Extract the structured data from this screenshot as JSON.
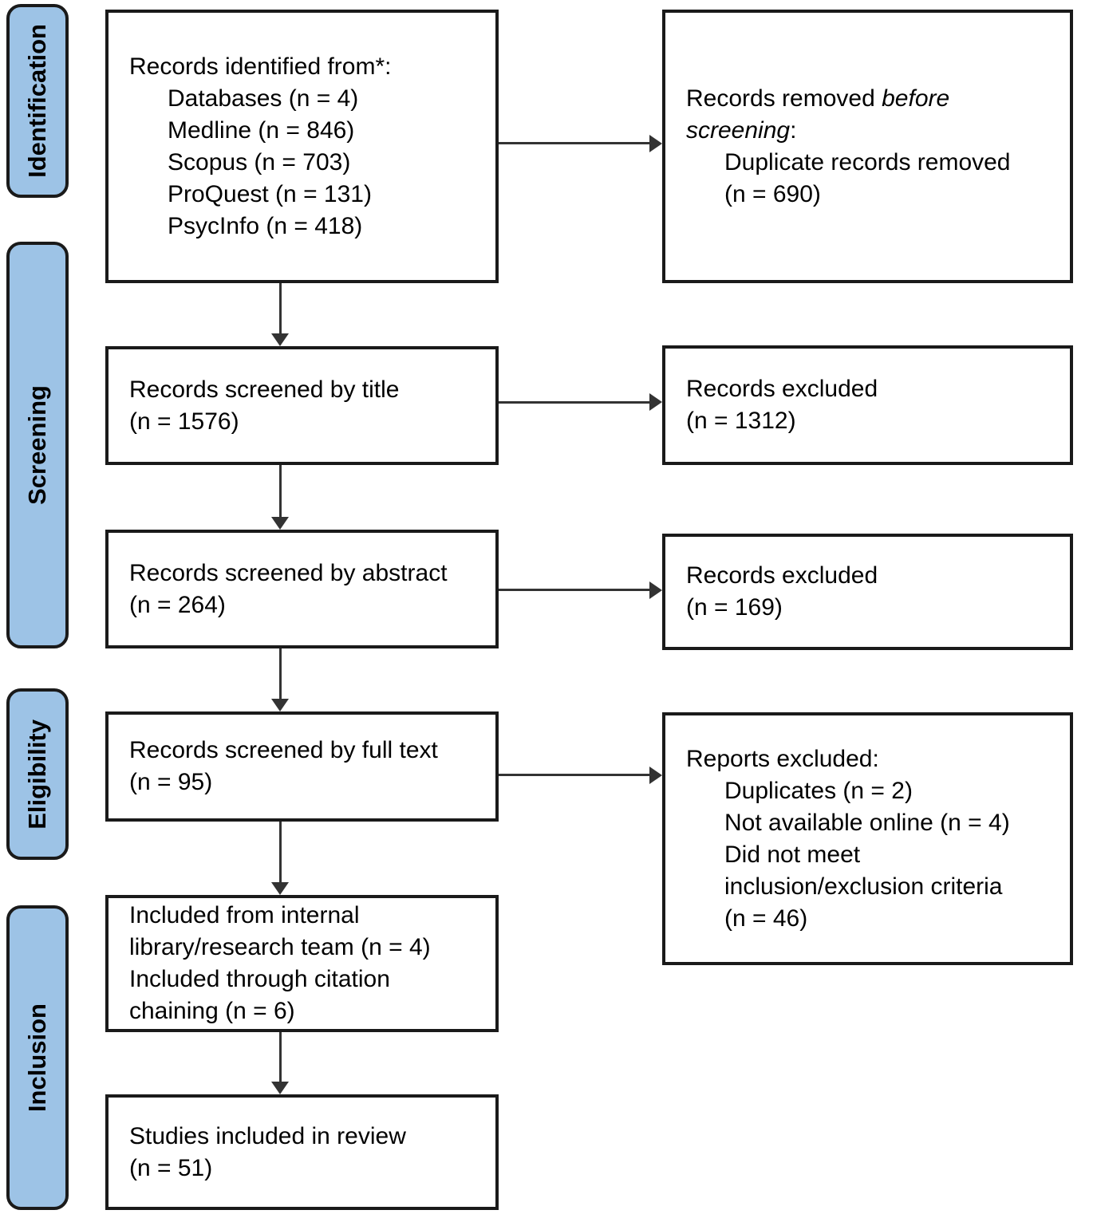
{
  "colors": {
    "stage_fill": "#9DC3E6",
    "box_border": "#1a1a1a",
    "arrow": "#333333",
    "text": "#000000"
  },
  "sidebar": {
    "stages": [
      "Identification",
      "Screening",
      "Eligibility",
      "Inclusion"
    ]
  },
  "boxes": {
    "identified": {
      "title": "Records identified from*:",
      "items": [
        "Databases (n = 4)",
        "Medline (n = 846)",
        "Scopus (n = 703)",
        "ProQuest (n = 131)",
        "PsycInfo (n = 418)"
      ]
    },
    "removed_before_screening": {
      "title_regular": "Records removed ",
      "title_italic": "before screening",
      "title_colon": ":",
      "item_lines": [
        "Duplicate records removed",
        "(n = 690)"
      ]
    },
    "screened_title": {
      "lines": [
        "Records screened by title",
        "(n = 1576)"
      ]
    },
    "excluded_title": {
      "lines": [
        "Records excluded",
        "(n = 1312)"
      ]
    },
    "screened_abstract": {
      "lines": [
        "Records screened by abstract",
        "(n = 264)"
      ]
    },
    "excluded_abstract": {
      "lines": [
        "Records excluded",
        "(n = 169)"
      ]
    },
    "screened_fulltext": {
      "lines": [
        "Records screened by full text",
        "(n = 95)"
      ]
    },
    "reports_excluded": {
      "title": "Reports excluded:",
      "items": [
        [
          "Duplicates (n = 2)"
        ],
        [
          "Not available online (n = 4)"
        ],
        [
          "Did not meet",
          "inclusion/exclusion criteria",
          "(n = 46)"
        ]
      ]
    },
    "included_other_sources": {
      "lines": [
        "Included from internal",
        "library/research team (n = 4)",
        "Included through citation",
        "chaining (n = 6)"
      ]
    },
    "included_review": {
      "lines": [
        "Studies included in review",
        "(n = 51)"
      ]
    }
  }
}
